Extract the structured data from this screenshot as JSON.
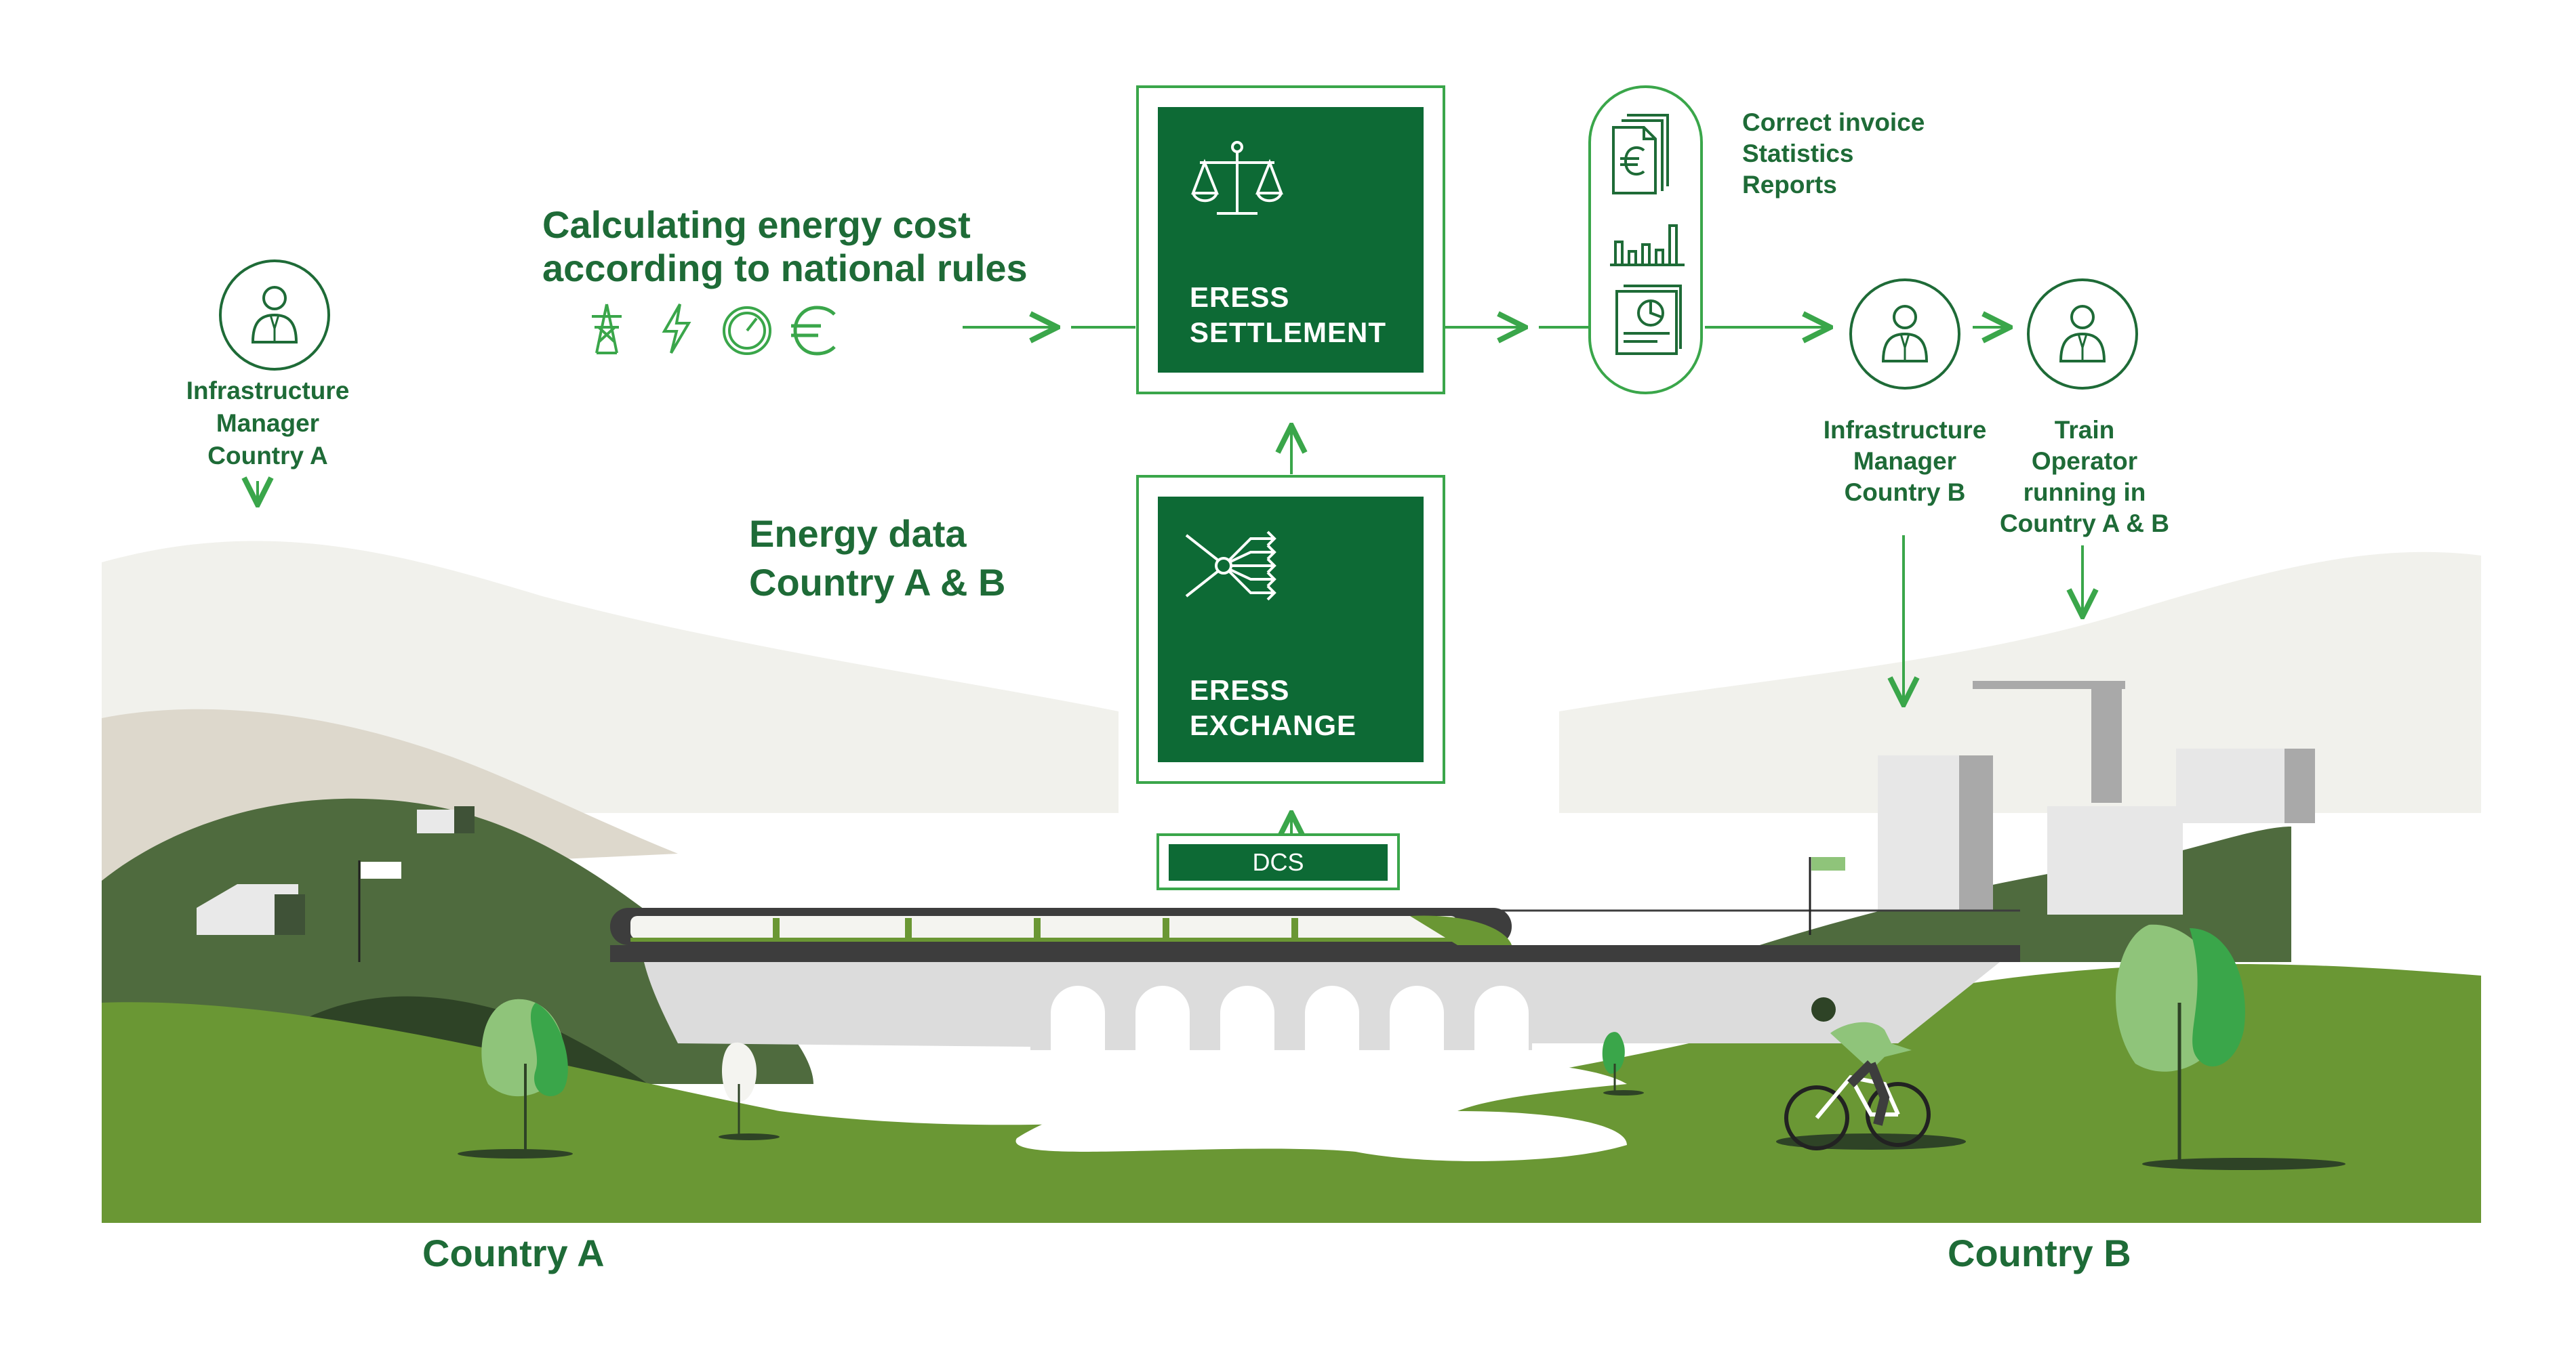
{
  "diagram": {
    "actors": {
      "im_country_a": [
        "Infrastructure",
        "Manager",
        "Country A"
      ],
      "im_country_b": [
        "Infrastructure",
        "Manager",
        "Country B"
      ],
      "train_operator": [
        "Train",
        "Operator",
        "running in",
        "Country A & B"
      ]
    },
    "calc_label": [
      "Calculating energy cost",
      "according to national rules"
    ],
    "energy_data_label": [
      "Energy data",
      "Country A & B"
    ],
    "settlement_box": [
      "ERESS",
      "SETTLEMENT"
    ],
    "exchange_box": [
      "ERESS",
      "EXCHANGE"
    ],
    "dcs_label": "DCS",
    "outputs": [
      "Correct invoice",
      "Statistics",
      "Reports"
    ],
    "countries": {
      "a": "Country A",
      "b": "Country B"
    },
    "icons": {
      "person": "person-icon",
      "balance": "balance-scale-icon",
      "network": "network-branch-icon",
      "pylon": "power-pylon-icon",
      "lightning": "lightning-icon",
      "gauge": "gauge-icon",
      "euro": "euro-icon",
      "invoice": "invoice-euro-icon",
      "bar_chart": "bar-chart-icon",
      "report": "report-icon"
    },
    "colors": {
      "brand_green": "#1e6b37",
      "box_green": "#0d6a35",
      "accent_green": "#3aa64a",
      "grass_green": "#6a9734",
      "hill_dark": "#4f6b3e"
    }
  }
}
